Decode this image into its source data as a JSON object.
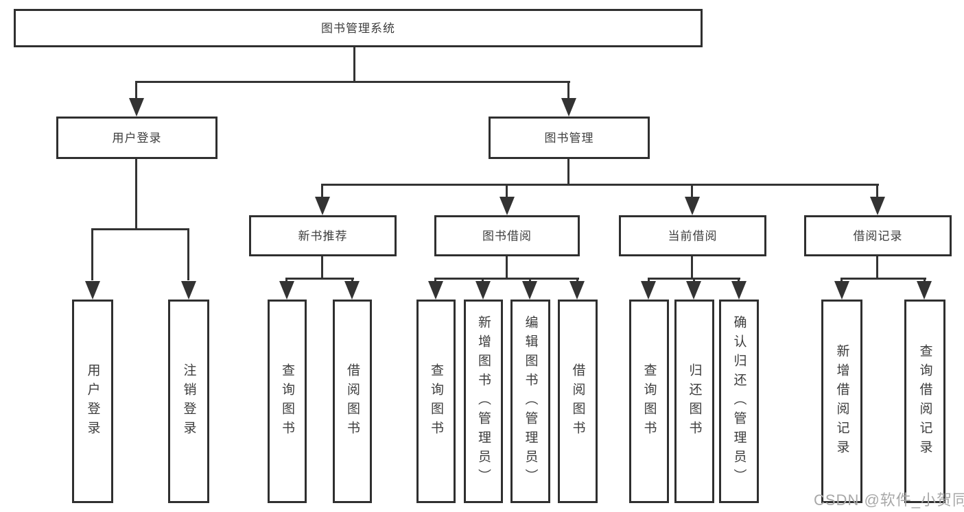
{
  "tree": {
    "root": "图书管理系统",
    "children": [
      {
        "label": "用户登录",
        "children": [
          "用户登录",
          "注销登录"
        ]
      },
      {
        "label": "图书管理",
        "children": [
          {
            "label": "新书推荐",
            "children": [
              "查询图书",
              "借阅图书"
            ]
          },
          {
            "label": "图书借阅",
            "children": [
              "查询图书",
              "新增图书（管理员）",
              "编辑图书（管理员）",
              "借阅图书"
            ]
          },
          {
            "label": "当前借阅",
            "children": [
              "查询图书",
              "归还图书",
              "确认归还（管理员）"
            ]
          },
          {
            "label": "借阅记录",
            "children": [
              "新增借阅记录",
              "查询借阅记录"
            ]
          }
        ]
      }
    ]
  },
  "watermark": {
    "text": "CSDN @软件_小贺同学"
  },
  "colors": {
    "line": "#333333",
    "box_border": "#2f2f2f",
    "text": "#3d3d3d",
    "background": "#ffffff",
    "watermark": "#a8a8a8"
  }
}
